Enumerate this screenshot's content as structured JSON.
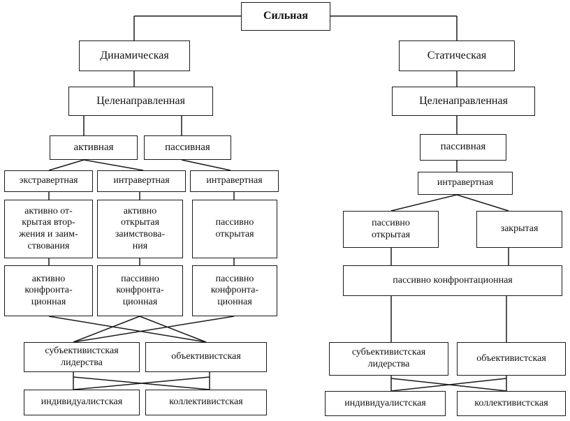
{
  "diagram": {
    "root": "Сильная",
    "left": {
      "type": "Динамическая",
      "purpose": "Целенаправленная",
      "active": "активная",
      "passive": "пассивная",
      "c1": [
        "экстравертная",
        "активно от-\nкрытая втор-\nжения и заим-\nствования",
        "активно\nконфронта-\nционная"
      ],
      "c2": [
        "интравертная",
        "активно\nоткрытая\nзаимствова-\nния",
        "пассивно\nконфронта-\nционная"
      ],
      "c3": [
        "интравертная",
        "пассивно\nоткрытая",
        "пассивно\nконфронта-\nционная"
      ],
      "subj": "субъективистская\nлидерства",
      "obj": "объективистская",
      "indiv": "индивидуалистская",
      "coll": "коллективистская"
    },
    "right": {
      "type": "Статическая",
      "purpose": "Целенаправленная",
      "passive": "пассивная",
      "intro": "интравертная",
      "open": "пассивно\nоткрытая",
      "closed": "закрытая",
      "confront": "пассивно конфронтационная",
      "subj": "субъективистская\nлидерства",
      "obj": "объективистская",
      "indiv": "индивидуалистская",
      "coll": "коллективистская"
    }
  }
}
